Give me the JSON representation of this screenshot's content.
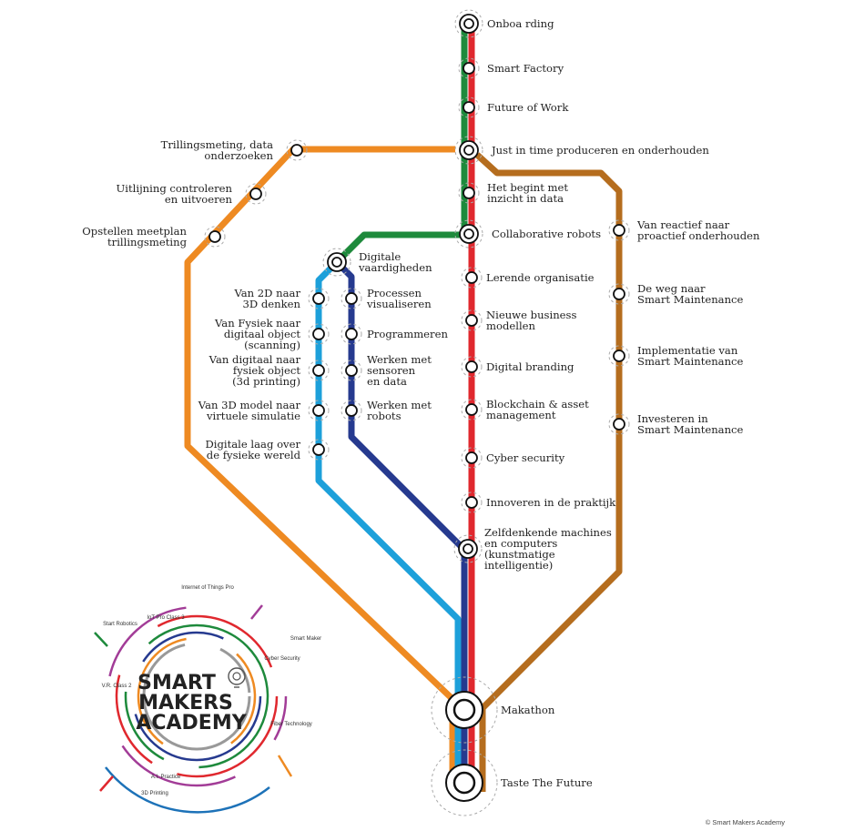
{
  "main_line": [
    {
      "id": "onboarding",
      "lines": [
        "Onboa rding"
      ]
    },
    {
      "id": "smart-factory",
      "lines": [
        "Smart Factory"
      ]
    },
    {
      "id": "future-of-work",
      "lines": [
        "Future of Work"
      ]
    },
    {
      "id": "just-in-time",
      "lines": [
        "Just in time produceren en onderhouden"
      ]
    },
    {
      "id": "inzicht-in-data",
      "lines": [
        "Het begint met",
        "inzicht in data"
      ]
    },
    {
      "id": "collaborative-robots",
      "lines": [
        "Collaborative robots"
      ]
    },
    {
      "id": "lerende-organisatie",
      "lines": [
        "Lerende organisatie"
      ]
    },
    {
      "id": "business-modellen",
      "lines": [
        "Nieuwe business",
        "modellen"
      ]
    },
    {
      "id": "digital-branding",
      "lines": [
        "Digital branding"
      ]
    },
    {
      "id": "blockchain",
      "lines": [
        "Blockchain & asset",
        "management"
      ]
    },
    {
      "id": "cyber-security",
      "lines": [
        "Cyber security"
      ]
    },
    {
      "id": "innoveren",
      "lines": [
        "Innoveren in de praktijk"
      ]
    },
    {
      "id": "zelfdenkende",
      "lines": [
        "Zelfdenkende machines",
        "en computers",
        "(kunstmatige",
        "intelligentie)"
      ]
    },
    {
      "id": "makathon",
      "lines": [
        "Makathon"
      ]
    },
    {
      "id": "taste-the-future",
      "lines": [
        "Taste The Future"
      ]
    }
  ],
  "orange_branch": [
    {
      "id": "trillingsmeting",
      "lines": [
        "Trillingsmeting, data",
        "onderzoeken"
      ]
    },
    {
      "id": "uitlijning",
      "lines": [
        "Uitlijning controleren",
        "en uitvoeren"
      ]
    },
    {
      "id": "meetplan",
      "lines": [
        "Opstellen meetplan",
        "trillingsmeting"
      ]
    }
  ],
  "brown_branch": [
    {
      "id": "reactief-proactief",
      "lines": [
        "Van reactief naar",
        "proactief onderhouden"
      ]
    },
    {
      "id": "weg-naar-sm",
      "lines": [
        "De weg naar",
        "Smart Maintenance"
      ]
    },
    {
      "id": "implementatie-sm",
      "lines": [
        "Implementatie van",
        "Smart Maintenance"
      ]
    },
    {
      "id": "investeren-sm",
      "lines": [
        "Investeren in",
        "Smart Maintenance"
      ]
    }
  ],
  "digitale_vaardigheden": {
    "id": "digitale-vaardigheden",
    "lines": [
      "Digitale",
      "vaardigheden"
    ]
  },
  "light_blue_branch": [
    {
      "id": "2d-naar-3d",
      "lines": [
        "Van 2D naar",
        "3D denken"
      ]
    },
    {
      "id": "fysiek-naar-digitaal",
      "lines": [
        "Van Fysiek naar",
        "digitaal object",
        "(scanning)"
      ]
    },
    {
      "id": "digitaal-naar-fysiek",
      "lines": [
        "Van digitaal naar",
        "fysiek object",
        "(3d printing)"
      ]
    },
    {
      "id": "3d-naar-simulatie",
      "lines": [
        "Van 3D model naar",
        "virtuele simulatie"
      ]
    },
    {
      "id": "digitale-laag",
      "lines": [
        "Digitale laag over",
        "de fysieke wereld"
      ]
    }
  ],
  "navy_branch": [
    {
      "id": "processen",
      "lines": [
        "Processen",
        "visualiseren"
      ]
    },
    {
      "id": "programmeren",
      "lines": [
        "Programmeren"
      ]
    },
    {
      "id": "sensoren",
      "lines": [
        "Werken met",
        "sensoren",
        "en data"
      ]
    },
    {
      "id": "robots",
      "lines": [
        "Werken met",
        "robots"
      ]
    }
  ],
  "colors": {
    "green": "#1e8a3c",
    "red": "#e0282e",
    "orange": "#ee8a22",
    "brown": "#b56d1e",
    "navy": "#263a8f",
    "lightblue": "#1da0da",
    "grey": "#999999",
    "purple": "#a23c97"
  },
  "logo": {
    "lines": [
      "SMART",
      "MAKERS",
      "ACADEMY"
    ],
    "ring_labels": [
      "Internet of Things Pro",
      "IoT Pro Class 3",
      "Start Robotics",
      "Smart Maker",
      "Cyber Security",
      "V.R. Class 2",
      "Fiber Technology",
      "A.I. Practice",
      "3D Printing"
    ]
  },
  "copyright": "© Smart Makers Academy"
}
